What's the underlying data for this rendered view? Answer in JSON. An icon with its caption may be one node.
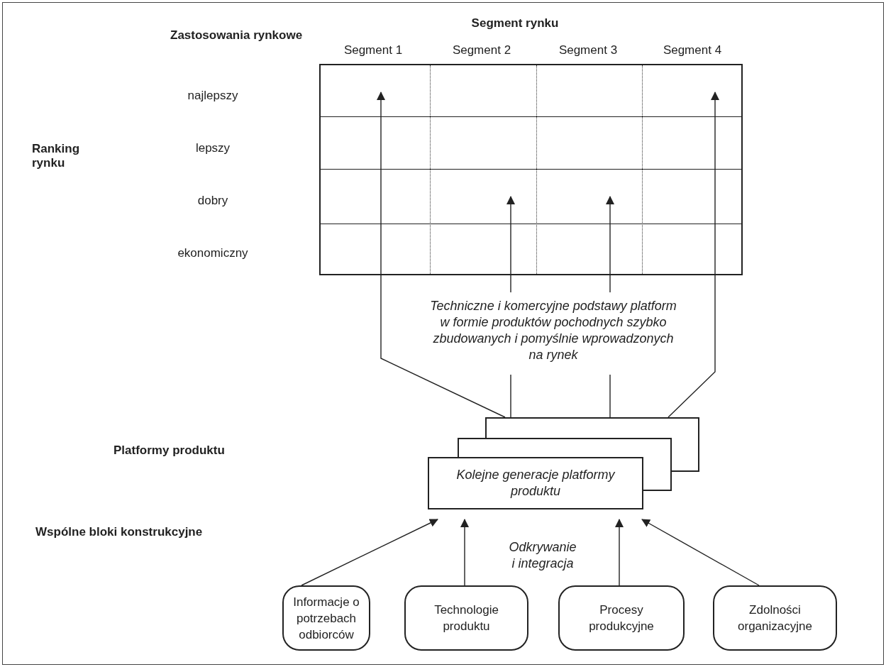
{
  "diagram": {
    "nodes": [
      {
        "text": [],
        "shape": "box"
      },
      {
        "text": [
          "Kolejne generacje platformy produktu"
        ]
      },
      {
        "text": [
          "Techniczne i komercyjne podstawy platform w formie produktów pochodnych szybko zbudowanych i pomyślnie wprowadzonych na rynek"
        ]
      },
      {
        "text": [
          "Informacje o potrzebach odbiorców"
        ]
      },
      {
        "text": [
          "Technologie produktu"
        ]
      },
      {
        "text": [
          "Procesy produkcyjne"
        ]
      },
      {
        "text": [
          "Zdolności organizacyjne"
        ]
      }
    ],
    "edges": [
      {
        "from": 1,
        "to": 0,
        "arrow": "to"
      },
      {
        "from": 2,
        "to": 0,
        "arrow": "to"
      },
      {
        "from": 2,
        "to": 0,
        "arrow": "to"
      },
      {
        "from": 1,
        "to": 0,
        "arrow": "to"
      },
      {
        "from": 1,
        "to": 2,
        "arrow": "none"
      },
      {
        "from": 1,
        "to": 2,
        "arrow": "none"
      },
      {
        "from": 3,
        "to": 1,
        "arrow": "to"
      },
      {
        "from": 4,
        "to": 1,
        "arrow": "to"
      },
      {
        "from": 5,
        "to": 1,
        "arrow": "to"
      },
      {
        "from": 6,
        "to": 1,
        "arrow": "to"
      }
    ],
    "labels": [
      "Segment rynku",
      "Zastosowania rynkowe",
      "Segment 1",
      "Segment 2",
      "Segment 3",
      "Segment 4",
      "najlepszy",
      "lepszy",
      "Ranking rynku",
      "dobry",
      "ekonomiczny",
      "Platformy produktu",
      "Wspólne bloki konstrukcyjne",
      "Odkrywanie i integracja"
    ]
  }
}
